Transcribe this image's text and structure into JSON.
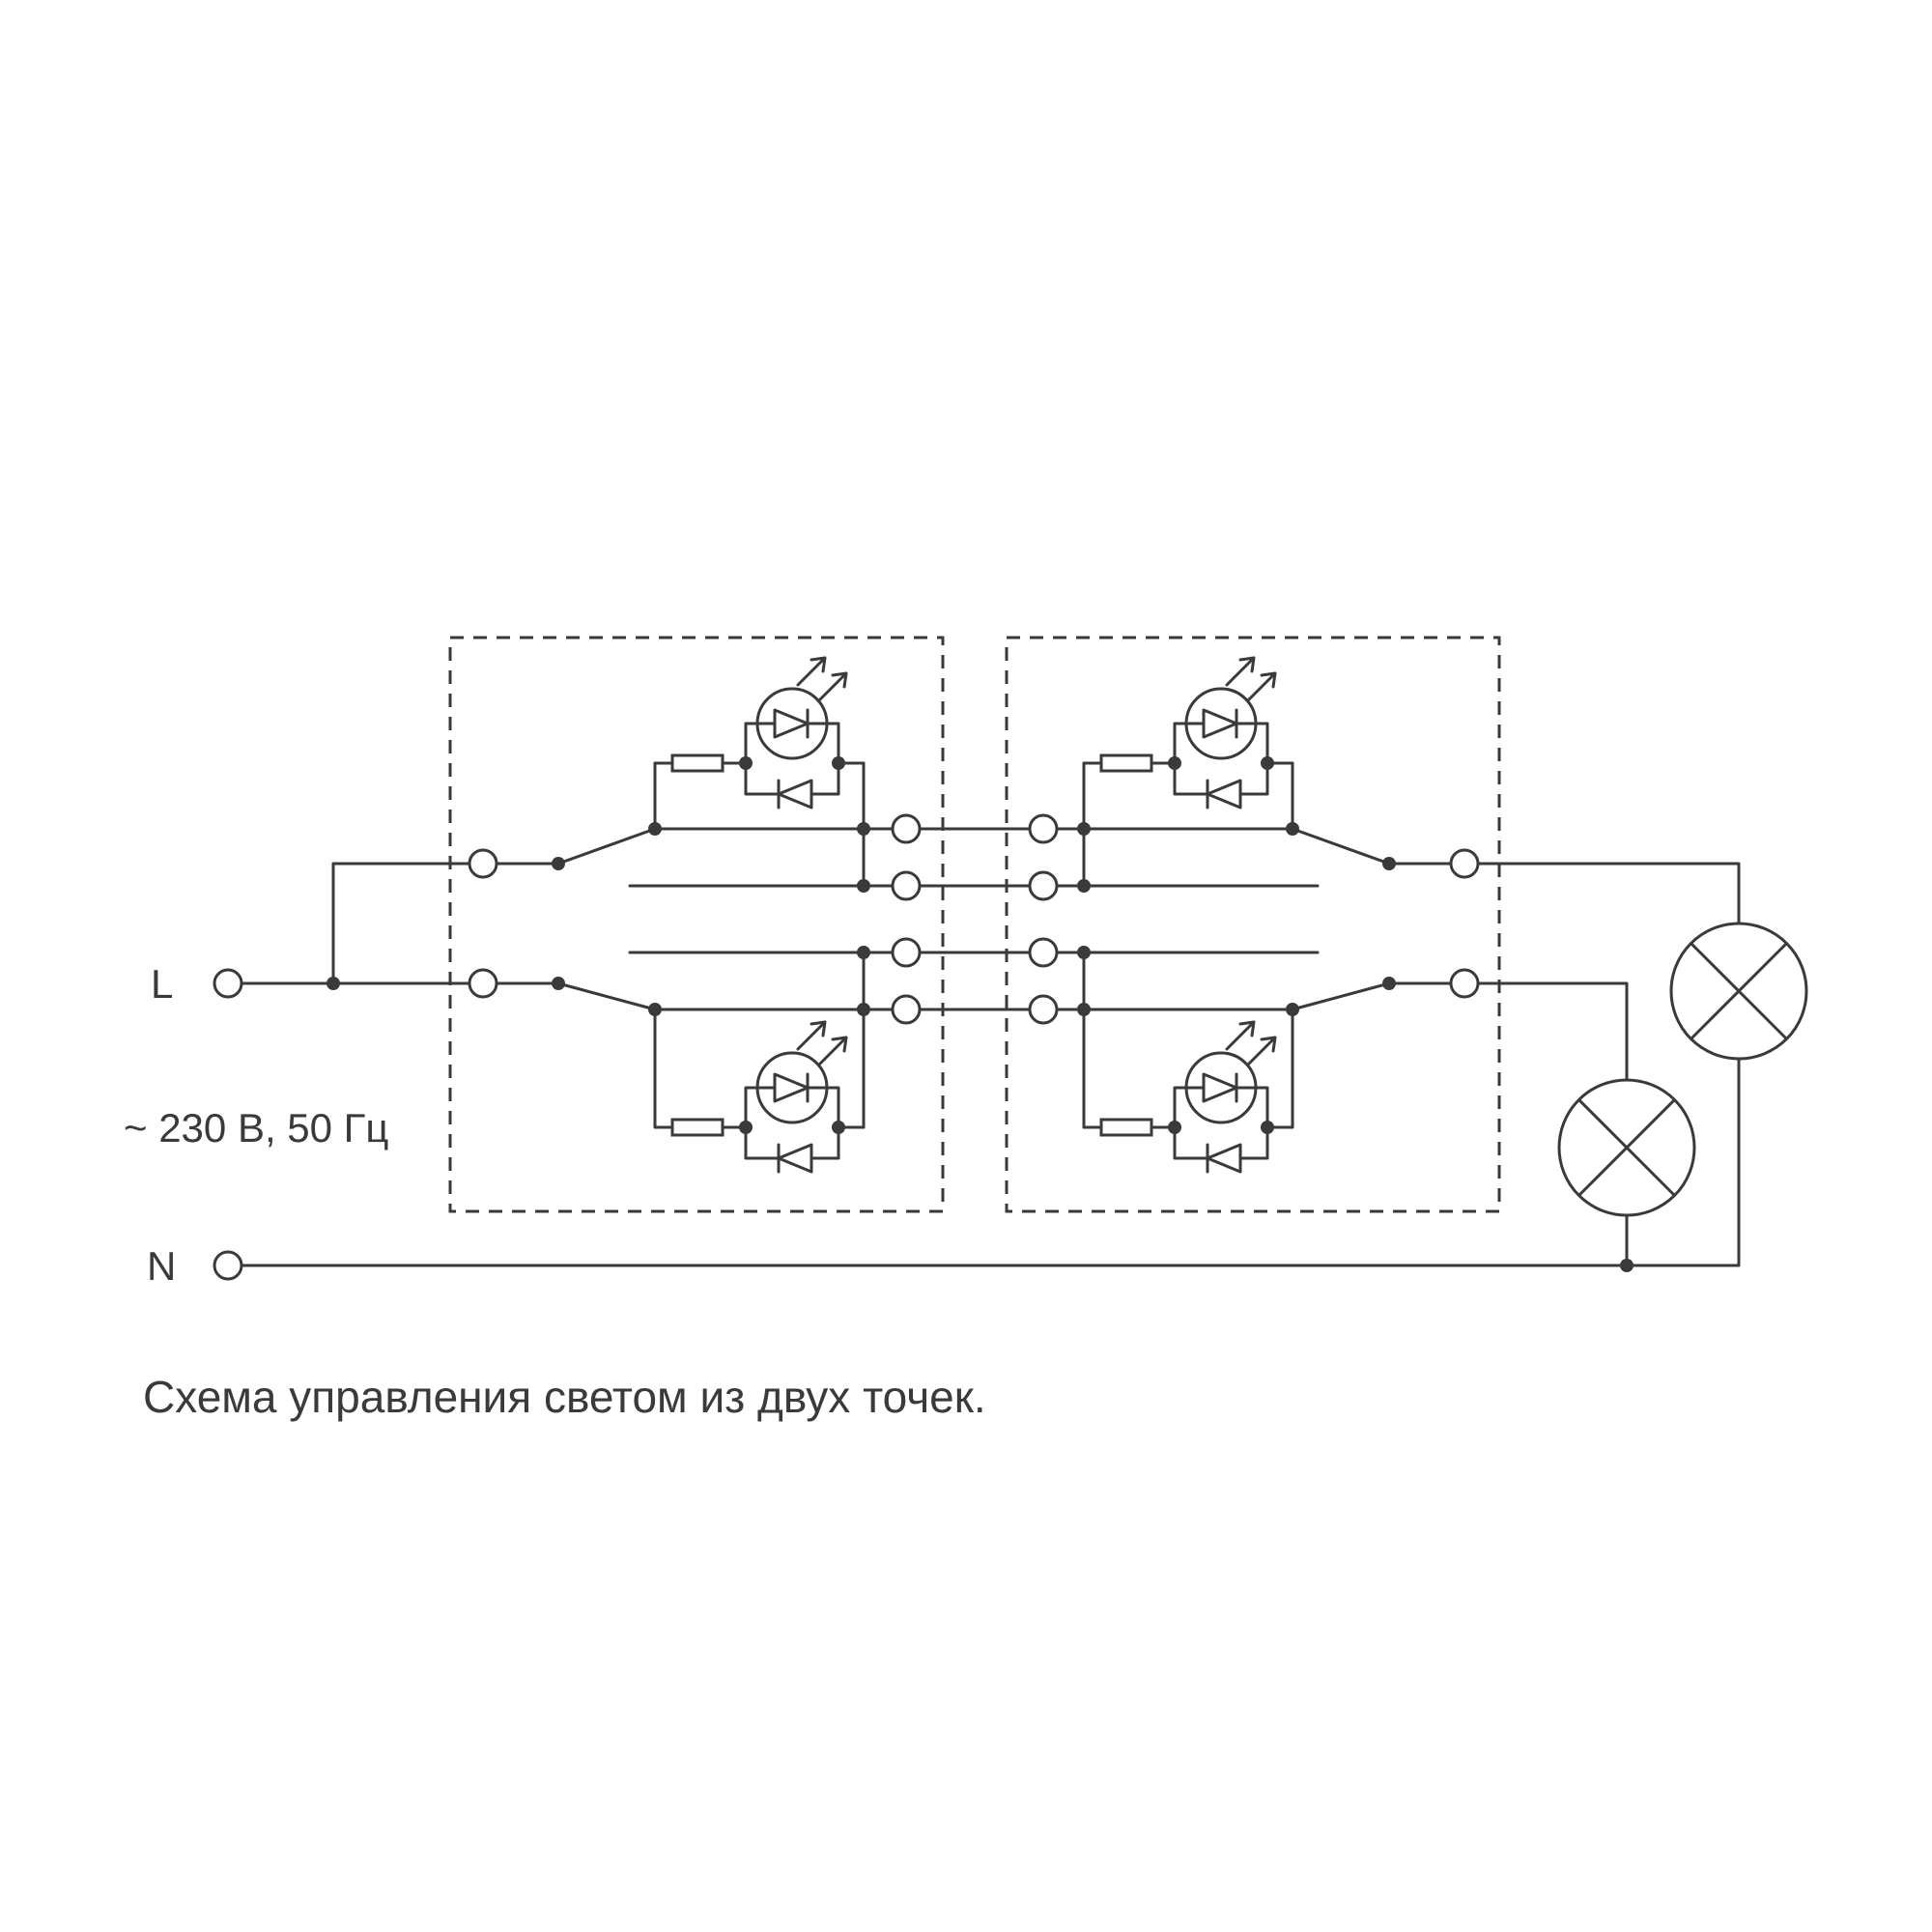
{
  "diagram": {
    "caption": "Схема управления светом из двух точек.",
    "voltage_label": "~ 230 В, 50 Гц",
    "line_label": "L",
    "neutral_label": "N"
  },
  "colors": {
    "stroke": "#3a3a3a",
    "background": "#ffffff"
  },
  "icons": {
    "lamp": "circle-with-diagonal-cross",
    "led_indicator": "circle-with-led-diode-and-emission-arrows",
    "protection_diode": "triangle-with-bar",
    "resistor": "rectangle",
    "switch_unit": "dashed-rectangle",
    "terminal": "open-circle",
    "junction": "filled-dot"
  }
}
